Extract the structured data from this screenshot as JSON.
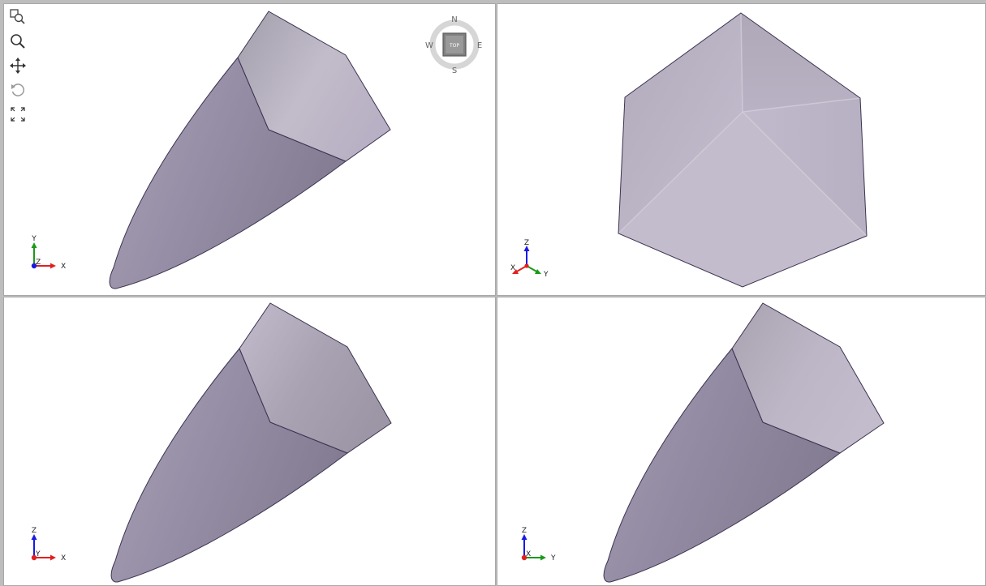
{
  "viewports": [
    {
      "id": "top",
      "axes": {
        "vertical": "Y",
        "horizontal": "X",
        "depth": "Z"
      }
    },
    {
      "id": "isometric",
      "axes": {
        "up": "Z",
        "left": "X",
        "right": "Y"
      }
    },
    {
      "id": "front",
      "axes": {
        "vertical": "Z",
        "horizontal": "X",
        "depth": "Y"
      }
    },
    {
      "id": "side",
      "axes": {
        "vertical": "Z",
        "horizontal": "Y",
        "depth": "X"
      }
    }
  ],
  "toolbar": {
    "icons": [
      "zoom-window-icon",
      "zoom-icon",
      "pan-icon",
      "rotate-icon",
      "fit-view-icon"
    ]
  },
  "view_cube": {
    "face_label": "TOP",
    "north": "N",
    "south": "S",
    "east": "E",
    "west": "W"
  },
  "colors": {
    "x_axis": "#e02020",
    "y_axis": "#1a9a1a",
    "z_axis": "#1a1ae0",
    "body_light": "#bcb4c8",
    "body_dark": "#8a8298",
    "edge": "#3c3350"
  }
}
